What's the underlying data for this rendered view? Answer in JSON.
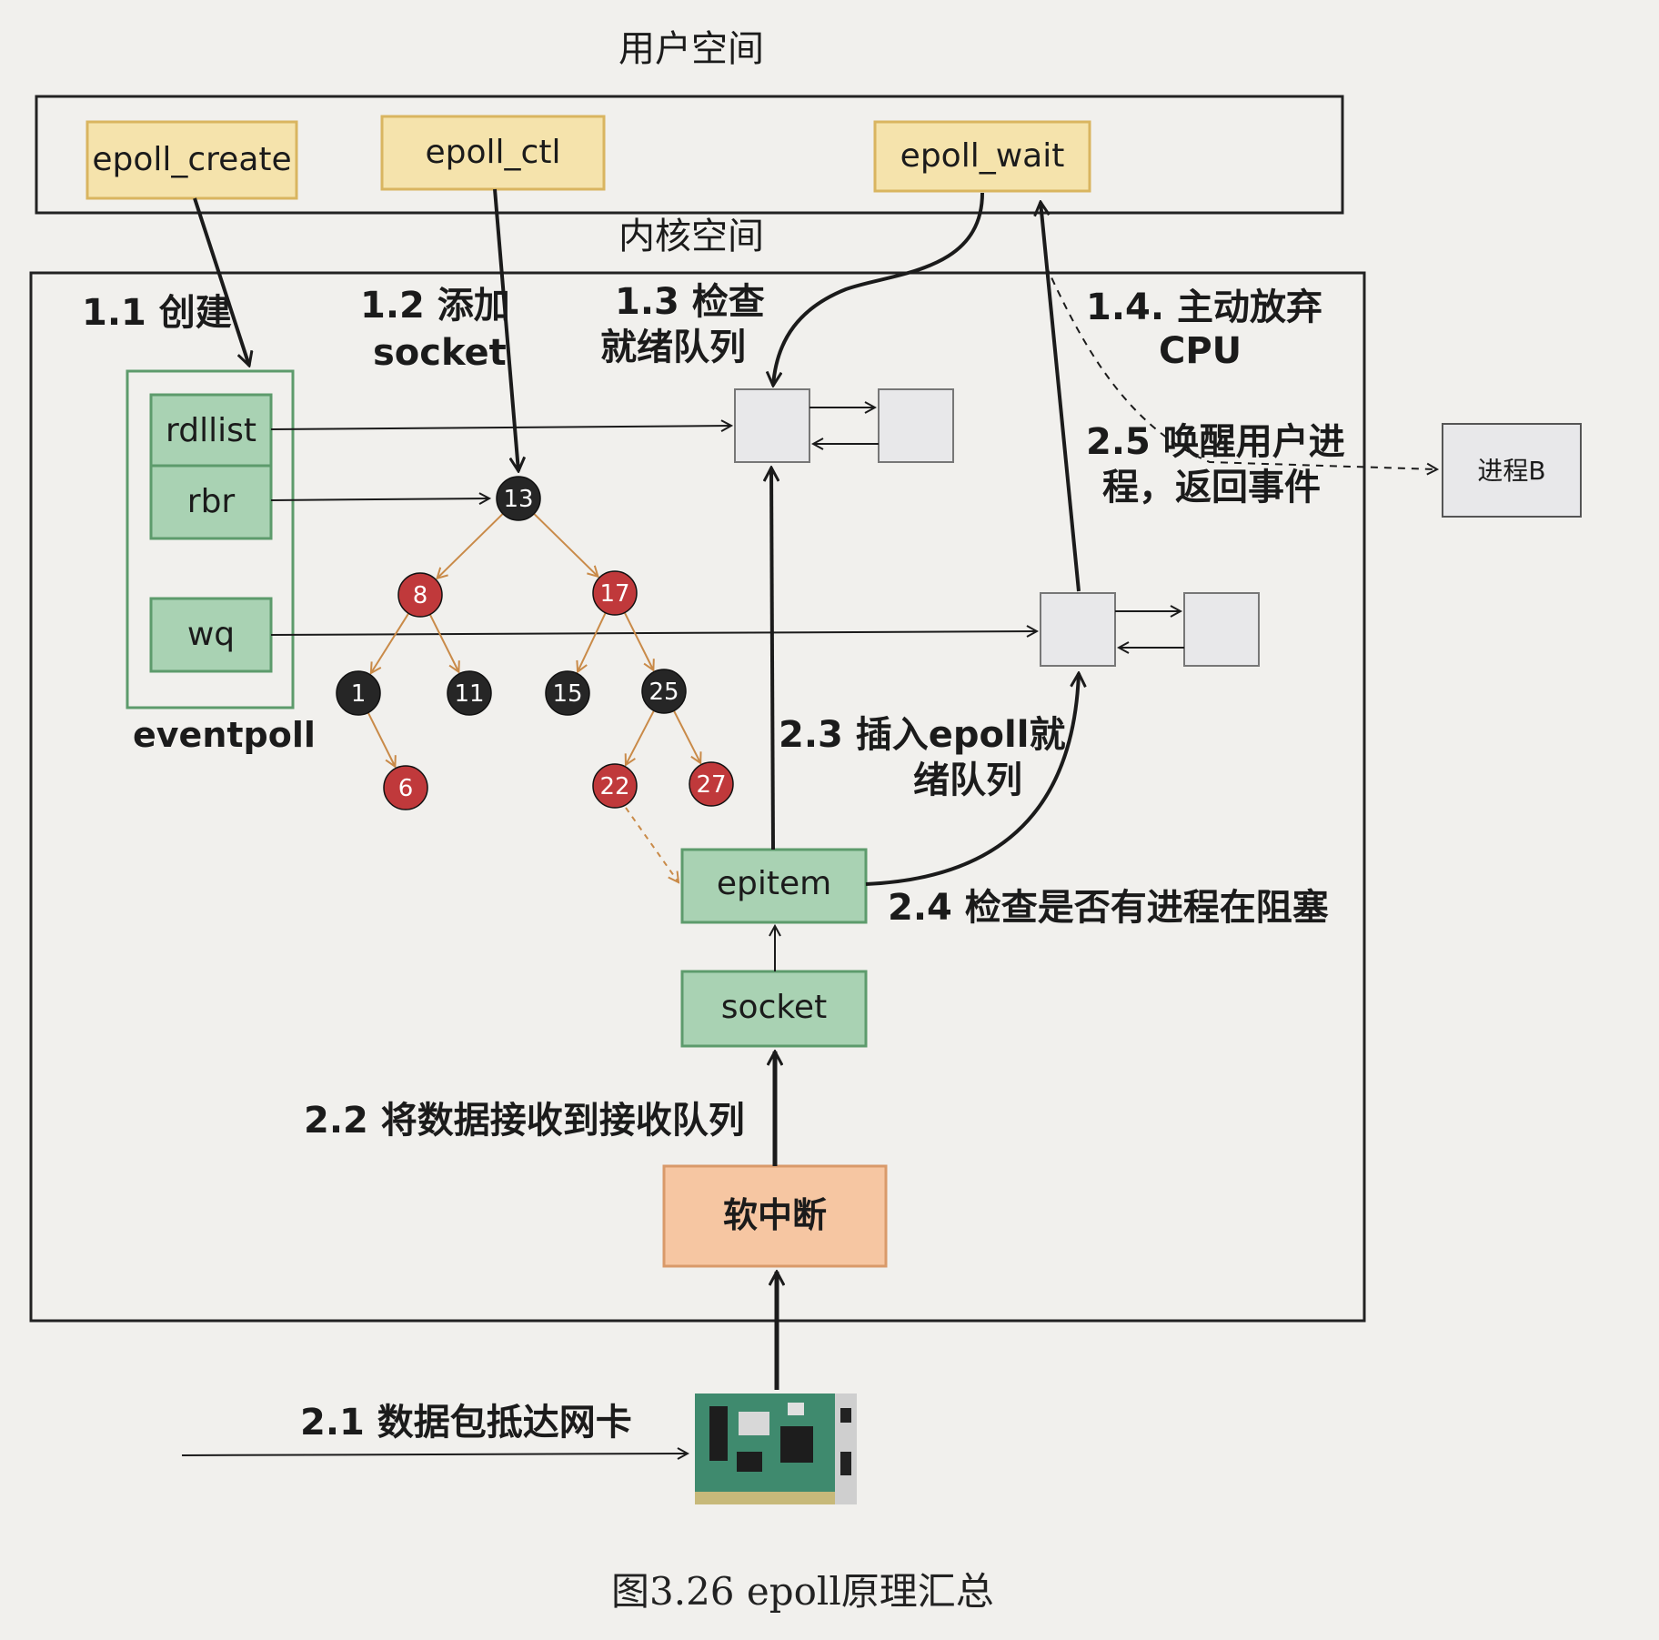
{
  "regions": {
    "user_space": "用户空间",
    "kernel_space": "内核空间"
  },
  "syscalls": {
    "epoll_create": "epoll_create",
    "epoll_ctl": "epoll_ctl",
    "epoll_wait": "epoll_wait"
  },
  "eventpoll": {
    "name": "eventpoll",
    "fields": [
      "rdllist",
      "rbr",
      "wq"
    ]
  },
  "rbtree": {
    "nodes": [
      {
        "label": "13",
        "color": "black"
      },
      {
        "label": "8",
        "color": "red"
      },
      {
        "label": "17",
        "color": "red"
      },
      {
        "label": "1",
        "color": "black"
      },
      {
        "label": "11",
        "color": "black"
      },
      {
        "label": "15",
        "color": "black"
      },
      {
        "label": "25",
        "color": "black"
      },
      {
        "label": "6",
        "color": "red"
      },
      {
        "label": "22",
        "color": "red"
      },
      {
        "label": "27",
        "color": "red"
      }
    ]
  },
  "boxes": {
    "epitem": "epitem",
    "socket": "socket",
    "softirq": "软中断",
    "process_b": "进程B"
  },
  "steps": {
    "s1_1": "1.1 创建",
    "s1_2_line1": "1.2 添加",
    "s1_2_line2": "socket",
    "s1_3_line1": "1.3 检查",
    "s1_3_line2": "就绪队列",
    "s1_4_line1": "1.4. 主动放弃",
    "s1_4_line2": "CPU",
    "s2_1": "2.1 数据包抵达网卡",
    "s2_2": "2.2 将数据接收到接收队列",
    "s2_3_line1": "2.3 插入epoll就",
    "s2_3_line2": "绪队列",
    "s2_4": "2.4 检查是否有进程在阻塞",
    "s2_5_line1": "2.5 唤醒用户进",
    "s2_5_line2": "程，返回事件"
  },
  "caption": "图3.26    epoll原理汇总",
  "colors": {
    "syscall_fill": "#f5e3ac",
    "syscall_stroke": "#d9b560",
    "green_fill": "#a9d2b3",
    "green_stroke": "#5d9b6c",
    "softirq_fill": "#f6c6a2",
    "softirq_stroke": "#d99a6a",
    "red_node": "#c0393b",
    "black_node": "#262626",
    "tree_edge": "#c98a48"
  }
}
